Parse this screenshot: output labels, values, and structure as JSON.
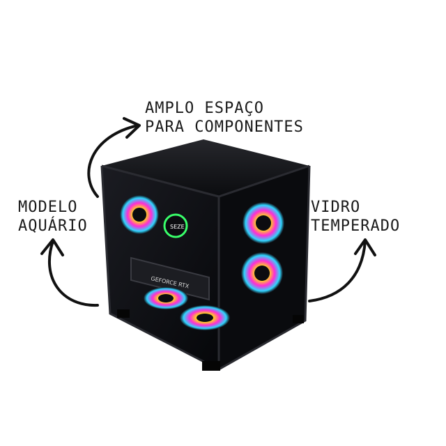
{
  "labels": {
    "amplo": [
      "AMPLO ESPAÇO",
      "PARA COMPONENTES"
    ],
    "modelo": [
      "MODELO",
      "AQUÁRIO"
    ],
    "vidro": [
      "VIDRO",
      "TEMPERADO"
    ]
  },
  "gpu_text": "GEFORCE RTX",
  "pump_text": "SEZE",
  "icons": [
    "arrow-icon",
    "fan-icon"
  ],
  "colors": {
    "background": "#ffffff",
    "case": "#0e0f12",
    "text": "#1a1a1a",
    "arrow": "#111111",
    "fan_magenta": "#ff2bd6",
    "fan_yellow": "#ffd21f",
    "fan_green": "#39ff6a",
    "fan_cyan": "#2fd6ff"
  }
}
